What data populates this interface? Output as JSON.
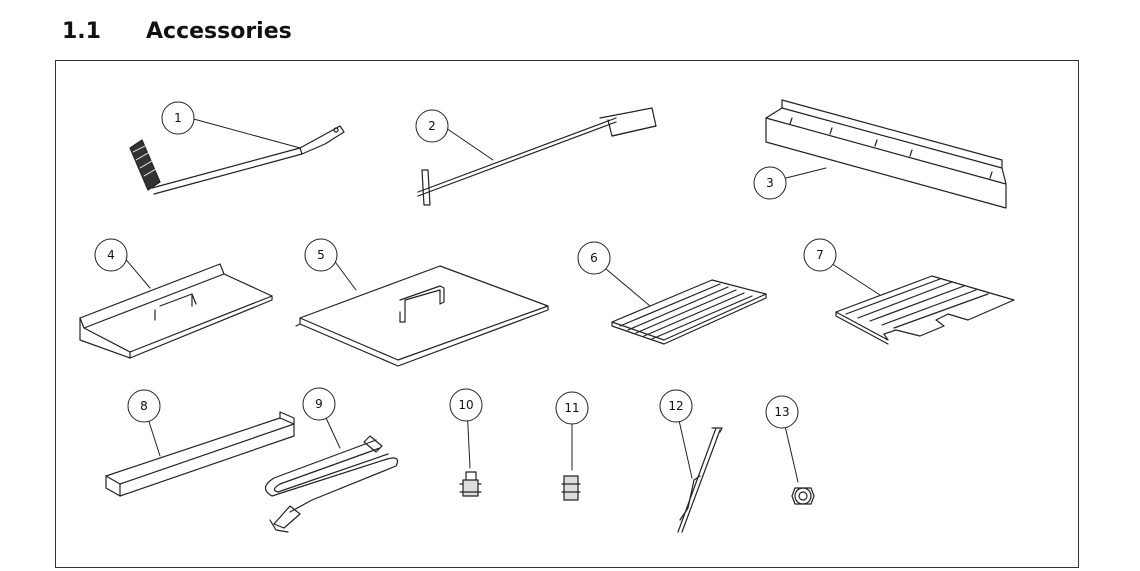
{
  "section": {
    "number": "1.1",
    "title": "Accessories"
  },
  "callouts": [
    "1",
    "2",
    "3",
    "4",
    "5",
    "6",
    "7",
    "8",
    "9",
    "10",
    "11",
    "12",
    "13"
  ]
}
